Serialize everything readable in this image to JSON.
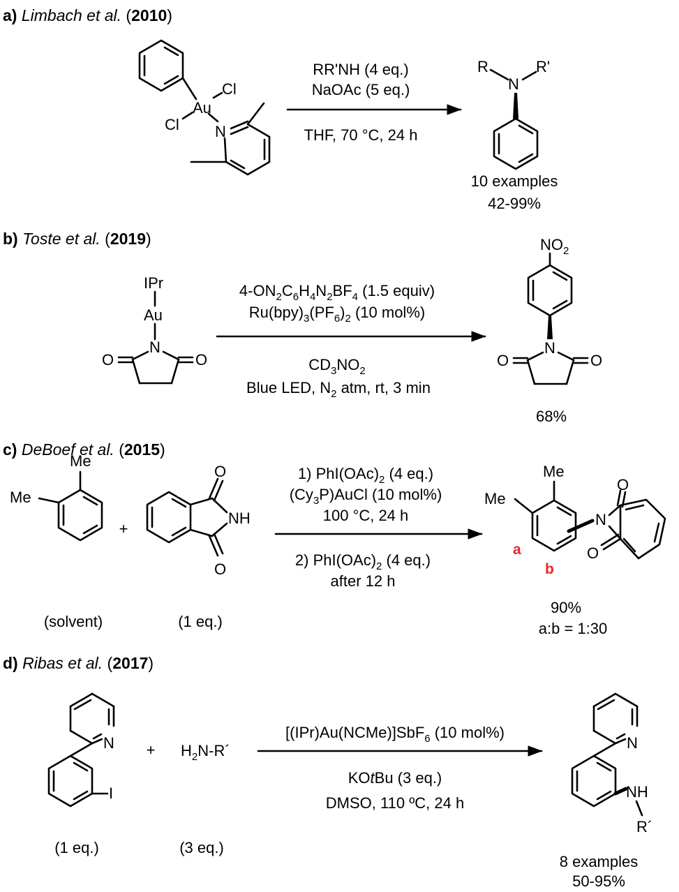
{
  "colors": {
    "ink": "#000000",
    "label": "#e8262a"
  },
  "panels": [
    {
      "letter": "a)",
      "authors": "Limbach et al.",
      "year": "2010",
      "reactant": {
        "Au": "Au",
        "Cl1": "Cl",
        "Cl2": "Cl",
        "N": "N"
      },
      "conditions_above": [
        "RR'NH (4 eq.)",
        "NaOAc (5 eq.)"
      ],
      "conditions_below": [
        "THF, 70 °C, 24 h"
      ],
      "product": {
        "R": "R",
        "N": "N",
        "R2": "R'"
      },
      "result": [
        "10 examples",
        "42-99%"
      ]
    },
    {
      "letter": "b)",
      "authors": "Toste et al.",
      "year": "2019",
      "reactant": {
        "IPr": "IPr",
        "Au": "Au",
        "N": "N",
        "O1": "O",
        "O2": "O"
      },
      "cond1": {
        "a": "4-ON",
        "s1": "2",
        "b": "C",
        "s2": "6",
        "c": "H",
        "s3": "4",
        "d": "N",
        "s4": "2",
        "e": "BF",
        "s5": "4",
        "f": " (1.5 equiv)"
      },
      "cond2": {
        "a": "Ru(bpy)",
        "s1": "3",
        "b": "(PF",
        "s2": "6",
        "c": ")",
        "s3": "2",
        "d": " (10 mol%)"
      },
      "cond3": {
        "a": "CD",
        "s1": "3",
        "b": "NO",
        "s2": "2"
      },
      "cond4": {
        "a": "Blue LED, N",
        "s1": "2",
        "b": " atm, rt, 3 min"
      },
      "product": {
        "NO": "NO",
        "sub": "2",
        "N": "N",
        "O1": "O",
        "O2": "O"
      },
      "result": [
        "68%"
      ]
    },
    {
      "letter": "c)",
      "authors": "DeBoef et al.",
      "year": "2015",
      "reactant1": {
        "Me1": "Me",
        "Me2": "Me",
        "note": "(solvent)"
      },
      "plus": "+",
      "reactant2": {
        "O1": "O",
        "O2": "O",
        "NH": "NH",
        "note": "(1 eq.)"
      },
      "cond1": {
        "a": "1) PhI(OAc)",
        "s1": "2",
        "b": " (4 eq.)"
      },
      "cond2": {
        "a": "(Cy",
        "s1": "3",
        "b": "P)AuCl (10 mol%)"
      },
      "cond3": "100 °C, 24 h",
      "cond4": {
        "a": "2) PhI(OAc)",
        "s1": "2",
        "b": " (4 eq.)"
      },
      "cond5": "after 12 h",
      "product": {
        "Me1": "Me",
        "Me2": "Me",
        "N": "N",
        "O1": "O",
        "O2": "O",
        "a": "a",
        "b": "b"
      },
      "result": [
        "90%",
        "a:b = 1:30"
      ]
    },
    {
      "letter": "d)",
      "authors": "Ribas et al.",
      "year": "2017",
      "reactant1": {
        "N": "N",
        "I": "I",
        "note": "(1 eq.)"
      },
      "plus": "+",
      "reactant2": {
        "a": "H",
        "s1": "2",
        "b": "N-R´",
        "note": "(3 eq.)"
      },
      "cond1": {
        "a": "[(IPr)Au(NCMe)]SbF",
        "s1": "6",
        "b": " (10 mol%)"
      },
      "cond2": {
        "a": "KO",
        "i": "t",
        "b": "Bu (3 eq.)"
      },
      "cond3": "DMSO, 110 ºC, 24 h",
      "product": {
        "N": "N",
        "NH": "NH",
        "R": "R´"
      },
      "result": [
        "8 examples",
        "50-95%"
      ]
    }
  ]
}
